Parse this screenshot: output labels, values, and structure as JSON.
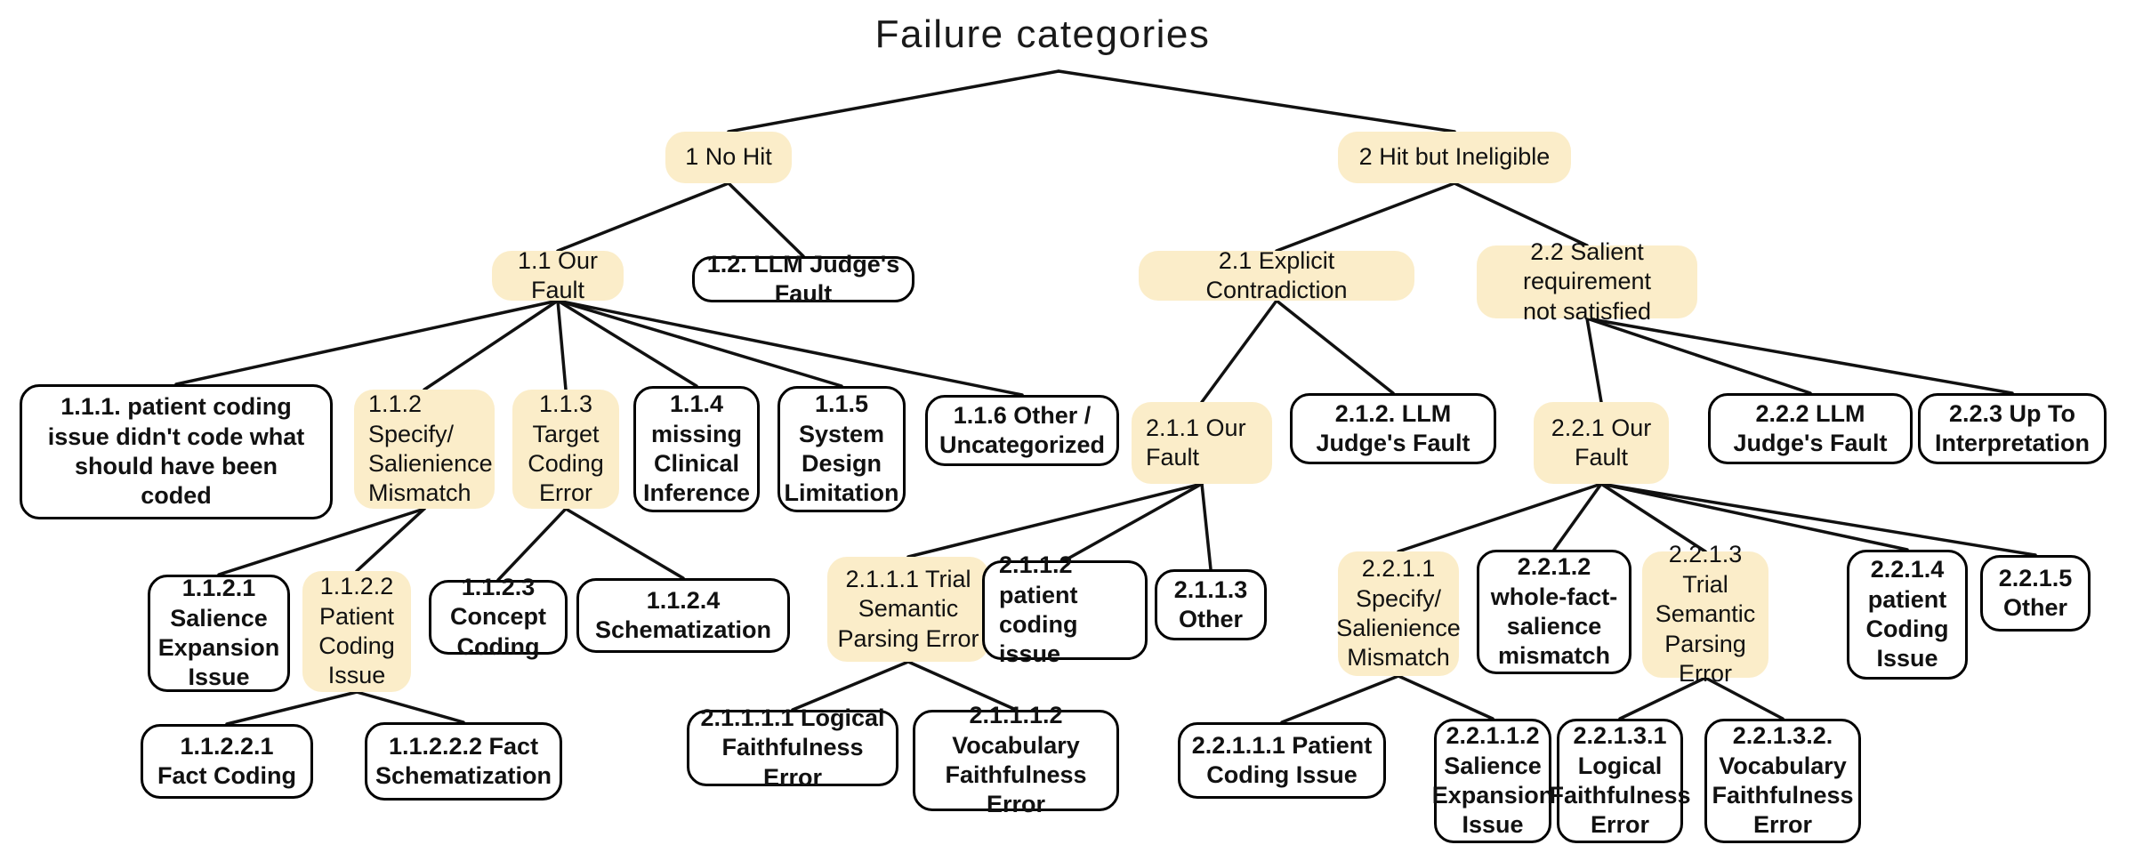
{
  "title": "Failure categories",
  "colors": {
    "highlight_fill": "#FBEDC9",
    "node_border": "#000000",
    "edge_line": "#111111",
    "background": "#FFFFFF"
  },
  "nodes": [
    {
      "id": "1",
      "label": "1 No Hit",
      "style": "highlight",
      "parent": "root"
    },
    {
      "id": "2",
      "label": "2 Hit but Ineligible",
      "style": "highlight",
      "parent": "root"
    },
    {
      "id": "1.1",
      "label": "1.1 Our Fault",
      "style": "highlight",
      "parent": "1"
    },
    {
      "id": "1.2",
      "label": "1.2. LLM Judge's Fault",
      "style": "plain",
      "parent": "1"
    },
    {
      "id": "2.1",
      "label": "2.1 Explicit Contradiction",
      "style": "highlight",
      "parent": "2"
    },
    {
      "id": "2.2",
      "label": "2.2 Salient requirement\nnot satisfied",
      "style": "highlight",
      "parent": "2"
    },
    {
      "id": "1.1.1",
      "label": "1.1.1. patient coding\nissue didn't code what\nshould have been\ncoded",
      "style": "plain",
      "parent": "1.1"
    },
    {
      "id": "1.1.2",
      "label": "1.1.2\nSpecify/\nSalienience\nMismatch",
      "style": "highlight",
      "parent": "1.1",
      "align": "left"
    },
    {
      "id": "1.1.3",
      "label": "1.1.3\nTarget\nCoding\nError",
      "style": "highlight",
      "parent": "1.1"
    },
    {
      "id": "1.1.4",
      "label": "1.1.4\nmissing\nClinical\nInference",
      "style": "plain",
      "parent": "1.1"
    },
    {
      "id": "1.1.5",
      "label": "1.1.5\nSystem\nDesign\nLimitation",
      "style": "plain",
      "parent": "1.1"
    },
    {
      "id": "1.1.6",
      "label": "1.1.6 Other /\nUncategorized",
      "style": "plain",
      "parent": "1.1"
    },
    {
      "id": "2.1.1",
      "label": "2.1.1 Our\nFault",
      "style": "highlight",
      "parent": "2.1",
      "align": "left"
    },
    {
      "id": "2.1.2",
      "label": "2.1.2. LLM\nJudge's Fault",
      "style": "plain",
      "parent": "2.1"
    },
    {
      "id": "2.2.1",
      "label": "2.2.1 Our\nFault",
      "style": "highlight",
      "parent": "2.2"
    },
    {
      "id": "2.2.2",
      "label": "2.2.2 LLM\nJudge's Fault",
      "style": "plain",
      "parent": "2.2"
    },
    {
      "id": "2.2.3",
      "label": "2.2.3 Up To\nInterpretation",
      "style": "plain",
      "parent": "2.2"
    },
    {
      "id": "1.1.2.1",
      "label": "1.1.2.1\nSalience\nExpansion\nIssue",
      "style": "plain",
      "parent": "1.1.2"
    },
    {
      "id": "1.1.2.2",
      "label": "1.1.2.2\nPatient\nCoding\nIssue",
      "style": "highlight",
      "parent": "1.1.2"
    },
    {
      "id": "1.1.2.3",
      "label": "1.1.2.3\nConcept\nCoding",
      "style": "plain",
      "parent": "1.1.3"
    },
    {
      "id": "1.1.2.4",
      "label": "1.1.2.4\nSchematization",
      "style": "plain",
      "parent": "1.1.3"
    },
    {
      "id": "2.1.1.1",
      "label": "2.1.1.1 Trial\nSemantic\nParsing Error",
      "style": "highlight",
      "parent": "2.1.1"
    },
    {
      "id": "2.1.1.2",
      "label": "2.1.1.2\npatient\ncoding issue",
      "style": "plain",
      "parent": "2.1.1",
      "align": "left"
    },
    {
      "id": "2.1.1.3",
      "label": "2.1.1.3\nOther",
      "style": "plain",
      "parent": "2.1.1"
    },
    {
      "id": "2.2.1.1",
      "label": "2.2.1.1\nSpecify/\nSalienience\nMismatch",
      "style": "highlight",
      "parent": "2.2.1"
    },
    {
      "id": "2.2.1.2",
      "label": "2.2.1.2\nwhole-fact-\nsalience\nmismatch",
      "style": "plain",
      "parent": "2.2.1"
    },
    {
      "id": "2.2.1.3",
      "label": "2.2.1.3 Trial\nSemantic\nParsing\nError",
      "style": "highlight",
      "parent": "2.2.1"
    },
    {
      "id": "2.2.1.4",
      "label": "2.2.1.4\npatient\nCoding\nIssue",
      "style": "plain",
      "parent": "2.2.1"
    },
    {
      "id": "2.2.1.5",
      "label": "2.2.1.5\nOther",
      "style": "plain",
      "parent": "2.2.1"
    },
    {
      "id": "1.1.2.2.1",
      "label": "1.1.2.2.1\nFact Coding",
      "style": "plain",
      "parent": "1.1.2.2"
    },
    {
      "id": "1.1.2.2.2",
      "label": "1.1.2.2.2 Fact\nSchematization",
      "style": "plain",
      "parent": "1.1.2.2"
    },
    {
      "id": "2.1.1.1.1",
      "label": "2.1.1.1.1 Logical\nFaithfulness Error",
      "style": "plain",
      "parent": "2.1.1.1"
    },
    {
      "id": "2.1.1.1.2",
      "label": "2.1.1.1.2\nVocabulary\nFaithfulness Error",
      "style": "plain",
      "parent": "2.1.1.1"
    },
    {
      "id": "2.2.1.1.1",
      "label": "2.2.1.1.1 Patient\nCoding Issue",
      "style": "plain",
      "parent": "2.2.1.1"
    },
    {
      "id": "2.2.1.1.2",
      "label": "2.2.1.1.2\nSalience\nExpansion\nIssue",
      "style": "plain",
      "parent": "2.2.1.1"
    },
    {
      "id": "2.2.1.3.1",
      "label": "2.2.1.3.1\nLogical\nFaithfulness\nError",
      "style": "plain",
      "parent": "2.2.1.3"
    },
    {
      "id": "2.2.1.3.2",
      "label": "2.2.1.3.2.\nVocabulary\nFaithfulness\nError",
      "style": "plain",
      "parent": "2.2.1.3"
    }
  ]
}
